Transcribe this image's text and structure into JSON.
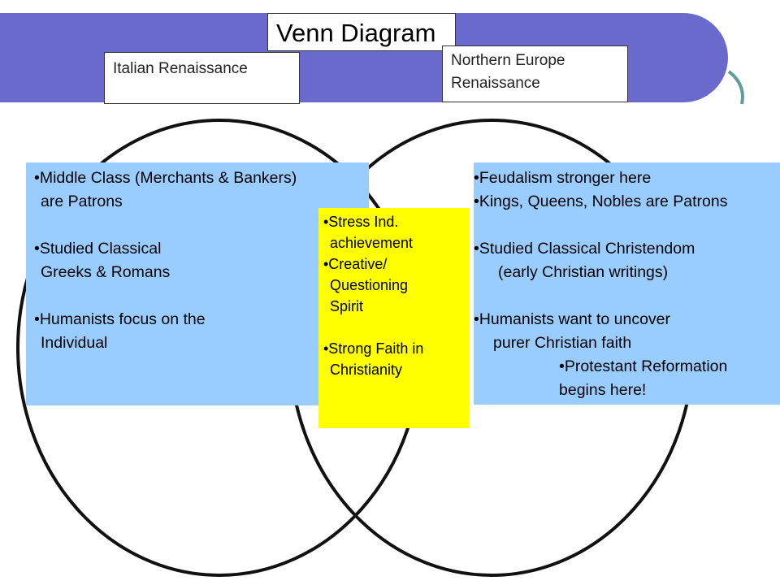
{
  "title": "Venn Diagram",
  "labels": {
    "left": "Italian Renaissance",
    "right_line1": "Northern Europe",
    "right_line2": "Renaissance"
  },
  "left": {
    "items": [
      {
        "lines": [
          "•Middle Class (Merchants & Bankers)",
          "are Patrons"
        ]
      },
      {
        "lines": [
          "•Studied Classical",
          "Greeks & Romans"
        ]
      },
      {
        "lines": [
          "•Humanists focus on the",
          "Individual"
        ]
      }
    ]
  },
  "middle": {
    "items": [
      {
        "lines": [
          "•Stress Ind.",
          "achievement"
        ]
      },
      {
        "lines": [
          "•Creative/",
          "Questioning",
          "Spirit"
        ]
      },
      {
        "lines": [
          "•Strong Faith in",
          "Christianity"
        ]
      }
    ]
  },
  "right": {
    "items": [
      {
        "lines": [
          "•Feudalism stronger here"
        ]
      },
      {
        "lines": [
          "•Kings, Queens, Nobles are Patrons"
        ]
      },
      {
        "lines": [
          "•Studied Classical Christendom",
          "(early Christian writings)"
        ]
      },
      {
        "lines": [
          "•Humanists want to uncover",
          "purer Christian faith"
        ]
      },
      {
        "lines": [
          "•Protestant Reformation",
          "begins here!"
        ]
      }
    ]
  },
  "colors": {
    "banner": "#6a6acc",
    "panel": "#99ccff",
    "overlap": "#ffff00",
    "arc": "#5b9e9a"
  }
}
